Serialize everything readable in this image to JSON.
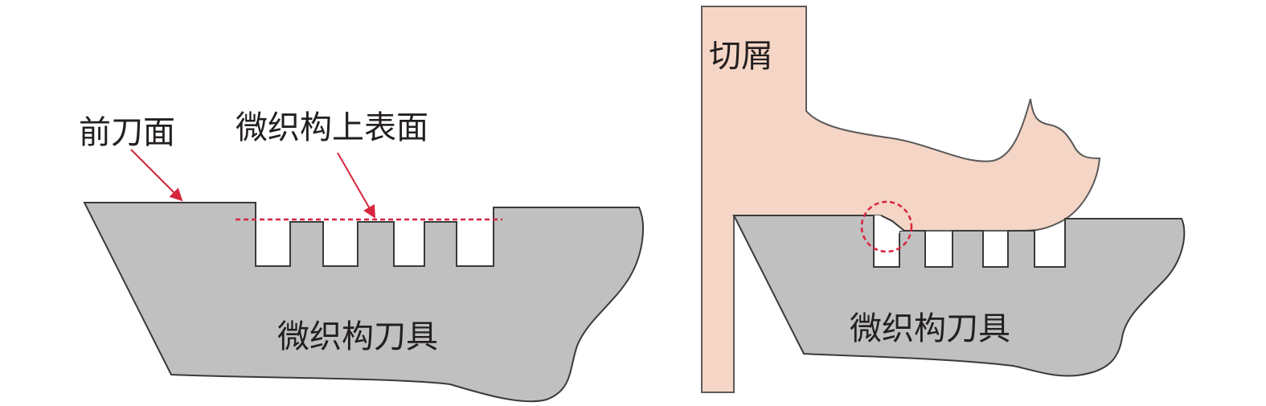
{
  "left_panel": {
    "rake_face_label": "前刀面",
    "texture_top_surface_label": "微织构上表面",
    "tool_label": "微织构刀具"
  },
  "right_panel": {
    "chip_label": "切屑",
    "tool_label": "微织构刀具"
  },
  "colors": {
    "tool_fill": "#c0c0c0",
    "chip_fill": "#f5d5c5",
    "outline": "#4a4a4a",
    "annotation_red": "#d7263d"
  }
}
